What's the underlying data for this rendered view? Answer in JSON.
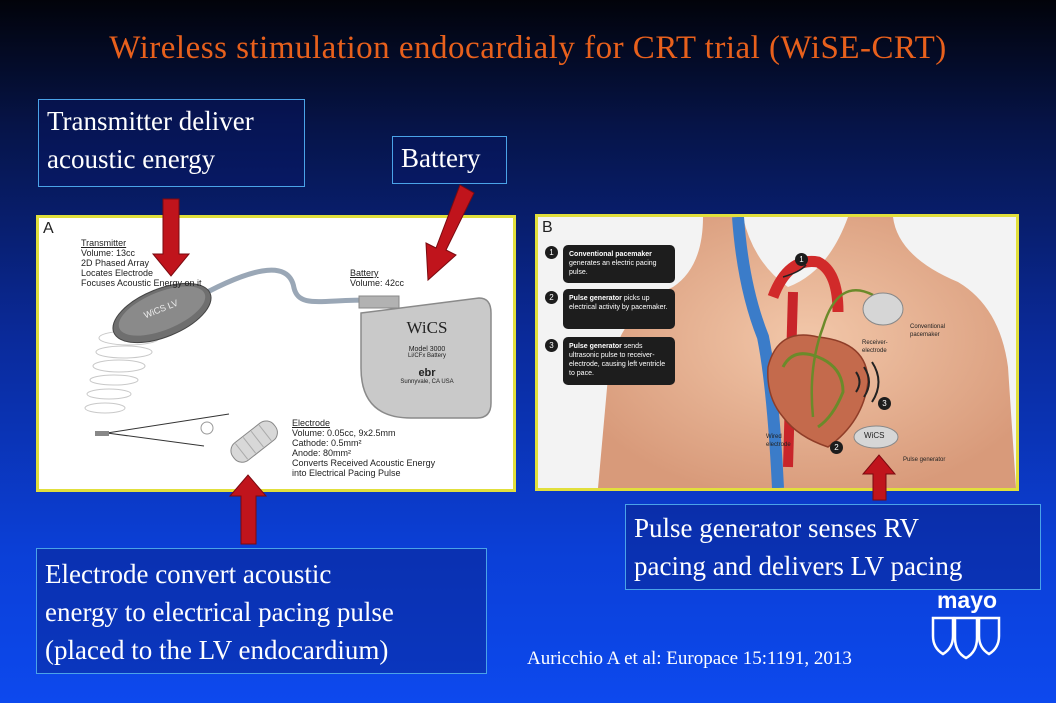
{
  "title": "Wireless stimulation endocardialy for CRT trial (WiSE-CRT)",
  "callouts": {
    "transmitter": [
      "Transmitter deliver",
      "acoustic energy"
    ],
    "battery": "Battery",
    "electrode": [
      "Electrode convert acoustic",
      "energy to electrical pacing pulse",
      "(placed to the LV endocardium)"
    ],
    "pulse_generator": [
      "Pulse generator senses  RV",
      "pacing and delivers LV pacing"
    ]
  },
  "panel_a": {
    "letter": "A",
    "transmitter": [
      "Transmitter",
      "Volume: 13cc",
      "2D Phased Array",
      "Locates Electrode",
      "Focuses Acoustic Energy on it"
    ],
    "battery": [
      "Battery",
      "Volume: 42cc"
    ],
    "electrode": [
      "Electrode",
      "Volume: 0.05cc,  9x2.5mm",
      "Cathode: 0.5mm²",
      "Anode: 80mm²",
      "Converts Received Acoustic Energy",
      "into Electrical Pacing Pulse"
    ],
    "device_brand": "WiCS",
    "device_model": [
      "Model 3000",
      "Li/CFx Battery"
    ],
    "device_maker": "ebr",
    "device_location": "Sunnyvale, CA  USA",
    "transmitter_brand": "WiCS LV"
  },
  "panel_b": {
    "letter": "B",
    "steps": [
      {
        "num": "1",
        "bold": "Conventional pacemaker",
        "text": " generates an electric pacing pulse."
      },
      {
        "num": "2",
        "bold": "Pulse generator",
        "text": " picks up electrical activity by pacemaker."
      },
      {
        "num": "3",
        "bold": "Pulse generator",
        "text": " sends ultrasonic pulse to receiver-electrode, causing left ventricle to pace."
      }
    ],
    "labels": {
      "conventional": [
        "Conventional",
        "pacemaker"
      ],
      "receiver": [
        "Receiver-",
        "electrode"
      ],
      "wired": [
        "Wired",
        "electrode"
      ],
      "pulse_gen": "Pulse generator",
      "device": "WiCS"
    },
    "markers": [
      "1",
      "2",
      "3"
    ]
  },
  "citation": "Auricchio A et al:  Europace 15:1191, 2013",
  "logo": "mayo",
  "colors": {
    "title": "#e8601c",
    "arrow": "#c0141c",
    "panel_border": "#e1df3c",
    "callout_border": "#4aa3e8"
  }
}
